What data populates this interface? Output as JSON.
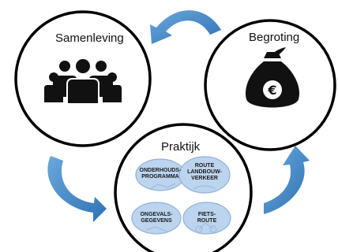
{
  "nodes": {
    "samenleving": {
      "label": "Samenleving",
      "icon": "people-group-icon"
    },
    "begroting": {
      "label": "Begroting",
      "icon": "money-bag-euro-icon"
    },
    "praktijk": {
      "label": "Praktijk",
      "items": [
        {
          "label": "ONDERHOUDS-\nPROGRAMMA"
        },
        {
          "label": "ROUTE\nLANDBOUW-\nVERKEER"
        },
        {
          "label": "ONGEVALS-\nGEGEVENS"
        },
        {
          "label": "FIETS-\nROUTE"
        }
      ]
    }
  },
  "colors": {
    "arrow": "#3f86c4",
    "bubble": "#bcd4ee",
    "bubble_edge": "#8fb2d9",
    "circle_stroke": "#000000",
    "icon": "#111111"
  }
}
